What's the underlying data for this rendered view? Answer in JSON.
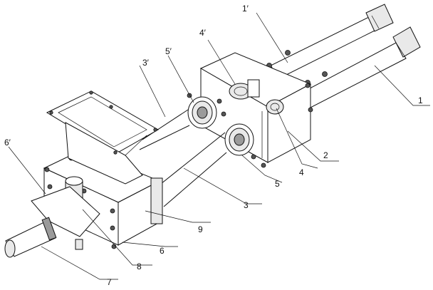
{
  "labels": {
    "l1": "1",
    "l1p": "1′",
    "l2": "2",
    "l3": "3",
    "l3p": "3′",
    "l4": "4",
    "l4p": "4′",
    "l5": "5",
    "l5p": "5′",
    "l6": "6",
    "l6p": "6′",
    "l7": "7",
    "l8": "8",
    "l9": "9"
  }
}
